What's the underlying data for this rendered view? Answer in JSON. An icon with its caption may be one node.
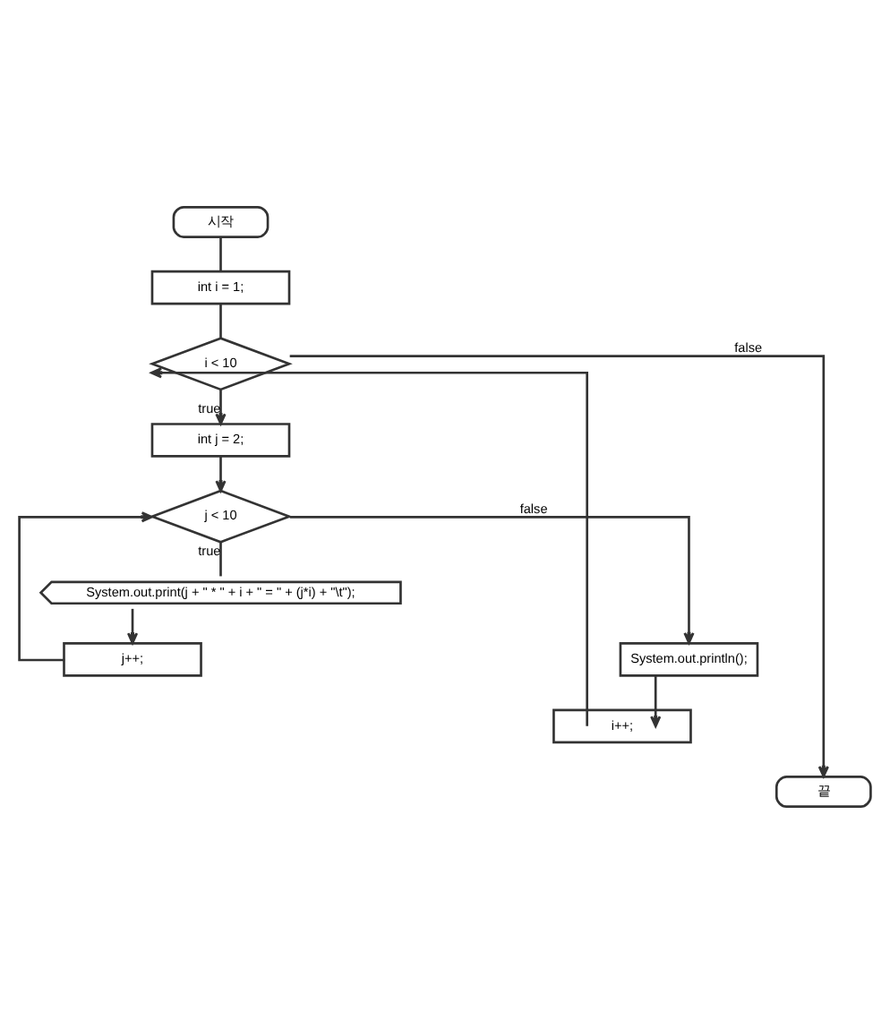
{
  "diagram": {
    "nodes": [
      {
        "text": [
          "시작"
        ]
      },
      {
        "text": [
          "int i = 1;"
        ]
      },
      {
        "text": [
          "i < 10"
        ]
      },
      {
        "text": [
          "int j = 2;"
        ]
      },
      {
        "text": [
          "j < 10"
        ]
      },
      {
        "text": [
          "System.out.print(j + \" * \" + i + \" = \" + (j*i) + \"\\t\");"
        ]
      },
      {
        "text": [
          "j++;"
        ]
      },
      {
        "text": [
          "System.out.println();"
        ]
      },
      {
        "text": [
          "i++;"
        ]
      },
      {
        "text": [
          "끝"
        ]
      }
    ],
    "edges": [
      {
        "from": 0,
        "to": 1,
        "arrow": "none"
      },
      {
        "from": 1,
        "to": 2,
        "arrow": "none"
      },
      {
        "from": 2,
        "to": 3,
        "arrow": "to",
        "label": "true"
      },
      {
        "from": 3,
        "to": 4,
        "arrow": "to"
      },
      {
        "from": 4,
        "to": 5,
        "arrow": "none",
        "label": "true"
      },
      {
        "from": 5,
        "to": 6,
        "arrow": "to"
      },
      {
        "from": 6,
        "to": 4,
        "arrow": "to"
      },
      {
        "from": 4,
        "to": 7,
        "arrow": "to",
        "label": "false"
      },
      {
        "from": 7,
        "to": 8,
        "arrow": "to"
      },
      {
        "from": 8,
        "to": 2,
        "arrow": "to"
      },
      {
        "from": 2,
        "to": 9,
        "arrow": "to",
        "label": "false"
      }
    ]
  }
}
